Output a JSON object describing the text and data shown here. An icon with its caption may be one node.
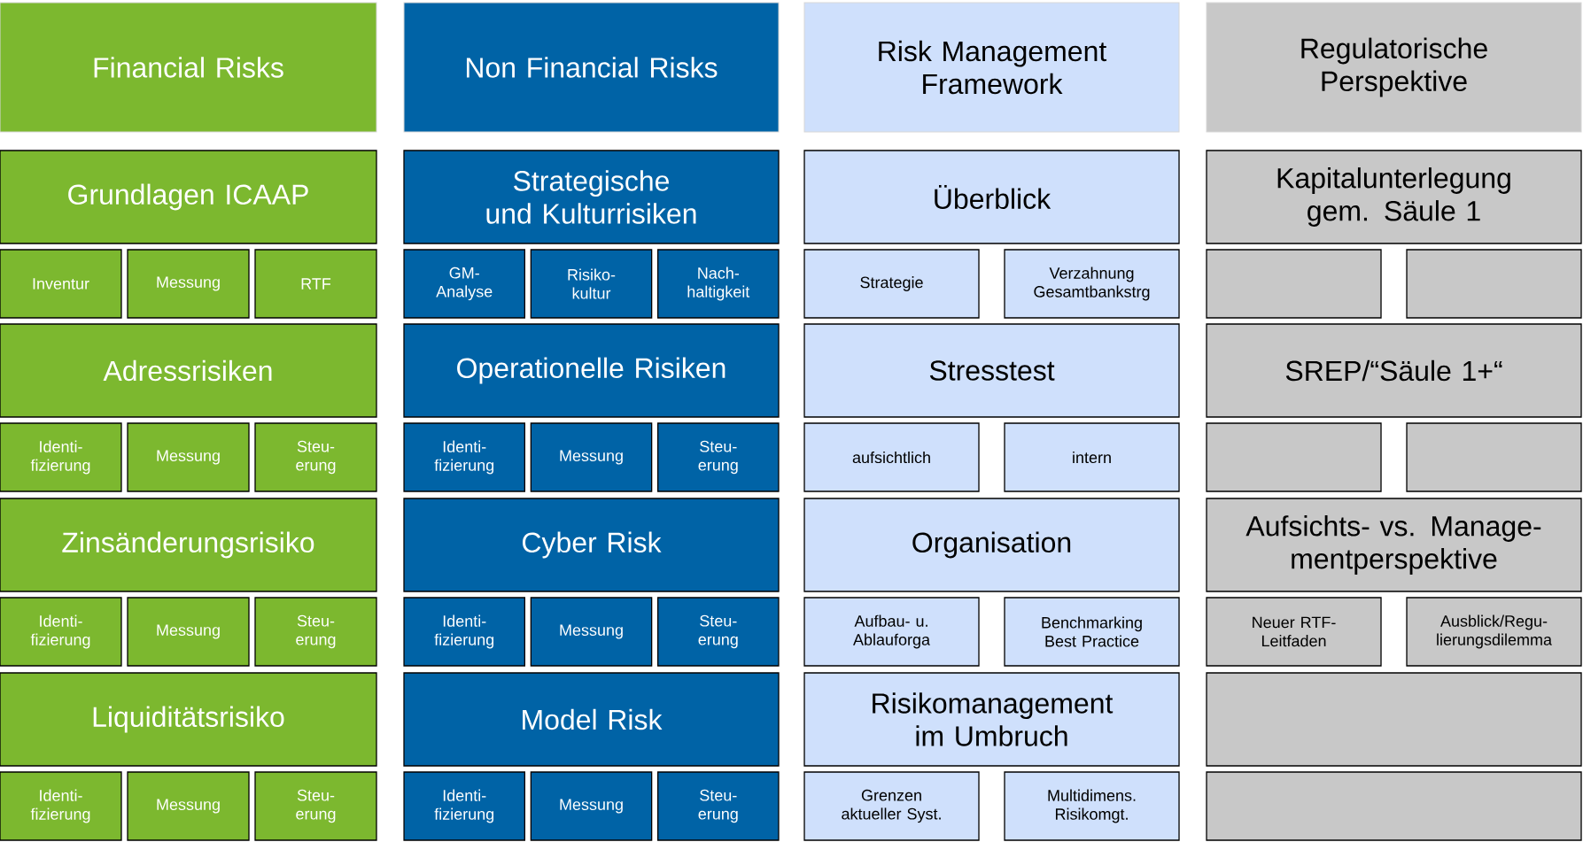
{
  "diagram": {
    "nodes": [
      {
        "text": [
          "Financial Risks"
        ]
      },
      {
        "text": [
          "Grundlagen ICAAP"
        ]
      },
      {
        "text": [
          "Inventur"
        ]
      },
      {
        "text": [
          "Messung"
        ]
      },
      {
        "text": [
          "RTF"
        ]
      },
      {
        "text": [
          "Adressrisiken"
        ]
      },
      {
        "text": [
          "Identi- fizierung"
        ]
      },
      {
        "text": [
          "Messung"
        ]
      },
      {
        "text": [
          "Steu- erung"
        ]
      },
      {
        "text": [
          "Zinsänderungsrisiko"
        ]
      },
      {
        "text": [
          "Identi- fizierung"
        ]
      },
      {
        "text": [
          "Messung"
        ]
      },
      {
        "text": [
          "Steu- erung"
        ]
      },
      {
        "text": [
          "Liquiditätsrisiko"
        ]
      },
      {
        "text": [
          "Identi- fizierung"
        ]
      },
      {
        "text": [
          "Messung"
        ]
      },
      {
        "text": [
          "Steu- erung"
        ]
      },
      {
        "text": [
          "Non Financial Risks"
        ]
      },
      {
        "text": [
          "Strategische und Kulturrisiken"
        ]
      },
      {
        "text": [
          "GM- Analyse"
        ]
      },
      {
        "text": [
          "Risiko- kultur"
        ]
      },
      {
        "text": [
          "Nach- haltigkeit"
        ]
      },
      {
        "text": [
          "Operationelle Risiken"
        ]
      },
      {
        "text": [
          "Identi- fizierung"
        ]
      },
      {
        "text": [
          "Messung"
        ]
      },
      {
        "text": [
          "Steu- erung"
        ]
      },
      {
        "text": [
          "Cyber Risk"
        ]
      },
      {
        "text": [
          "Identi- fizierung"
        ]
      },
      {
        "text": [
          "Messung"
        ]
      },
      {
        "text": [
          "Steu- erung"
        ]
      },
      {
        "text": [
          "Model Risk"
        ]
      },
      {
        "text": [
          "Identi- fizierung"
        ]
      },
      {
        "text": [
          "Messung"
        ]
      },
      {
        "text": [
          "Steu- erung"
        ]
      },
      {
        "text": [
          "Risk Management Framework"
        ]
      },
      {
        "text": [
          "Überblick"
        ]
      },
      {
        "text": [
          "Strategie"
        ]
      },
      {
        "text": [
          "Verzahnung Gesamtbankstrg"
        ]
      },
      {
        "text": [
          "Stresstest"
        ]
      },
      {
        "text": [
          "aufsichtlich"
        ]
      },
      {
        "text": [
          "intern"
        ]
      },
      {
        "text": [
          "Organisation"
        ]
      },
      {
        "text": [
          "Aufbau- u. Ablauforga"
        ]
      },
      {
        "text": [
          "Benchmarking Best Practice"
        ]
      },
      {
        "text": [
          "Risikomanagement im Umbruch"
        ]
      },
      {
        "text": [
          "Grenzen aktueller Syst."
        ]
      },
      {
        "text": [
          "Multidimens. Risikomgt."
        ]
      },
      {
        "text": [
          "Regulatorische Perspektive"
        ]
      },
      {
        "text": [
          "Kapitalunterlegung gem. Säule 1"
        ]
      },
      {
        "text": [],
        "shape": "box"
      },
      {
        "text": [],
        "shape": "box"
      },
      {
        "text": [
          "SREP/“Säule 1+“"
        ]
      },
      {
        "text": [],
        "shape": "box"
      },
      {
        "text": [],
        "shape": "box"
      },
      {
        "text": [
          "Aufsichts- vs. Manage- mentperspektive"
        ]
      },
      {
        "text": [
          "Neuer RTF- Leitfaden"
        ]
      },
      {
        "text": [
          "Ausblick/Regu- lierungsdilemma"
        ]
      },
      {
        "text": [],
        "shape": "box"
      },
      {
        "text": [],
        "shape": "box"
      }
    ]
  }
}
